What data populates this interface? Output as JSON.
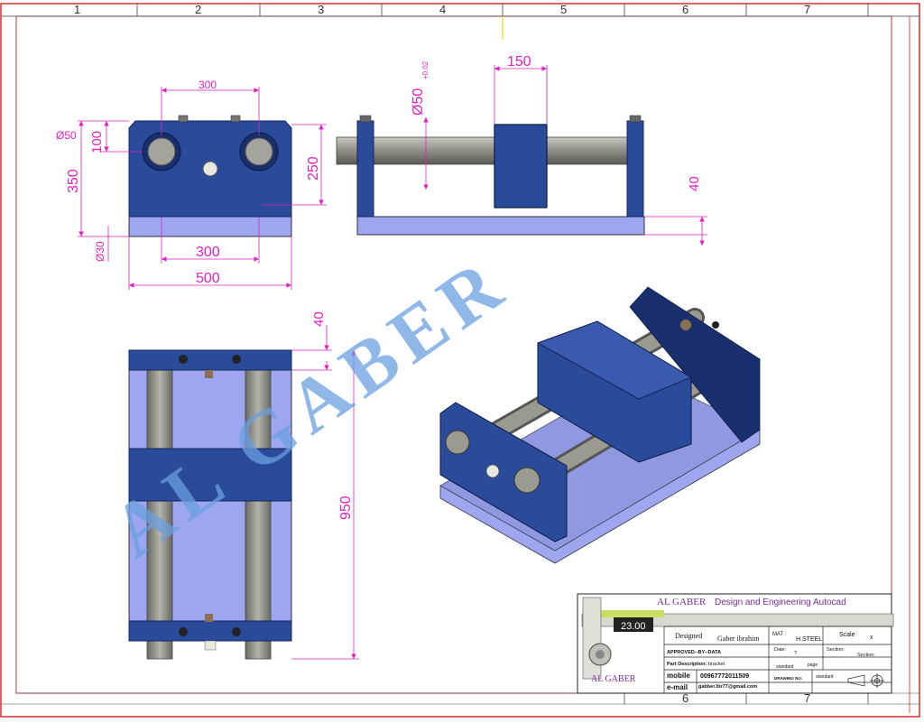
{
  "border": {
    "column_numbers_top": [
      "1",
      "2",
      "3",
      "4",
      "5",
      "6",
      "7"
    ],
    "column_numbers_bottom_right": [
      "6",
      "7"
    ]
  },
  "watermark": {
    "text": "AL GABER"
  },
  "colors": {
    "part_blue": "#2a4a9a",
    "part_dark": "#1a2f6e",
    "base_lavender": "#9da6ee",
    "shaft_grey": "#9a9a90",
    "dimension_magenta": "#e020c0"
  },
  "dimensions": {
    "front": {
      "top_width": "300",
      "hole_dia": "Ø50",
      "hole_offset": "100",
      "height": "350",
      "upper_height": "250",
      "base_thk": "Ø30",
      "bottom_inner": "300",
      "overall_width": "500"
    },
    "side": {
      "shaft_dia": "Ø50",
      "shaft_tol": "+0.02",
      "block_width": "150",
      "base_height": "40"
    },
    "top": {
      "end_thk": "40",
      "length": "950"
    }
  },
  "title_block": {
    "company": "AL GABER",
    "heading": "Design and Engineering Autocad",
    "caliper_reading": "23.00",
    "designed_label": "Designed",
    "designer": "Gaber ibrahim",
    "mat_label": "MAT :",
    "material": "H.STEEL",
    "scale_label": "Scale",
    "scale_value": "x",
    "approved_label": "APPROVED--BY--DATA",
    "date_label": "Date:",
    "date_value": "?",
    "section_label_1": "Section:",
    "section_label_2": "Section:",
    "part_desc_label": "Part Description:",
    "part_desc": "bracket",
    "standard_1": "standard",
    "page_label": "page",
    "mobile_label": "mobile",
    "mobile": "00967772011509",
    "drawing_no_label": "DRAWING NO:",
    "standard_2": "standard",
    "email_label": "e-mail",
    "email": "gabber.lbr77@gmail.com",
    "logo_text": "AL GABER"
  }
}
